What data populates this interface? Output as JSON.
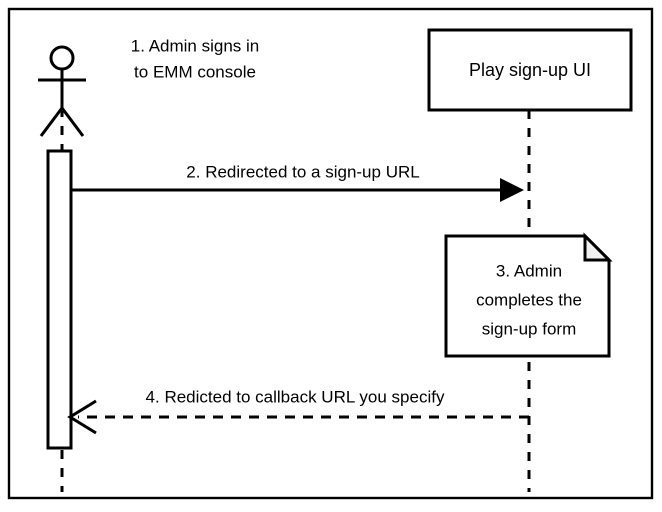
{
  "diagram": {
    "title_caption": "",
    "type": "uml-sequence-diagram",
    "background_color": "#ffffff",
    "line_color": "#000000",
    "note_fold_color": "#f0f0f0"
  },
  "actor": {
    "name": "admin-actor",
    "label": "",
    "icon": "stick-figure-icon"
  },
  "participants": [
    {
      "id": "play-signup-ui",
      "label": "Play sign-up UI",
      "shape": "rectangle"
    }
  ],
  "steps": [
    {
      "id": "step-1",
      "text_line_1": "1. Admin signs in",
      "text_line_2": "to EMM console",
      "kind": "actor-annotation"
    },
    {
      "id": "step-2",
      "text": "2. Redirected to a sign-up URL",
      "kind": "message",
      "style": "solid",
      "arrowhead": "filled",
      "direction": "left-to-right"
    },
    {
      "id": "step-3",
      "text_line_1": "3. Admin",
      "text_line_2": "completes the",
      "text_line_3": "sign-up form",
      "kind": "note",
      "shape": "folded-corner-note"
    },
    {
      "id": "step-4",
      "text": "4. Redicted to callback URL you specify",
      "kind": "message",
      "style": "dashed",
      "arrowhead": "open",
      "direction": "right-to-left"
    }
  ]
}
